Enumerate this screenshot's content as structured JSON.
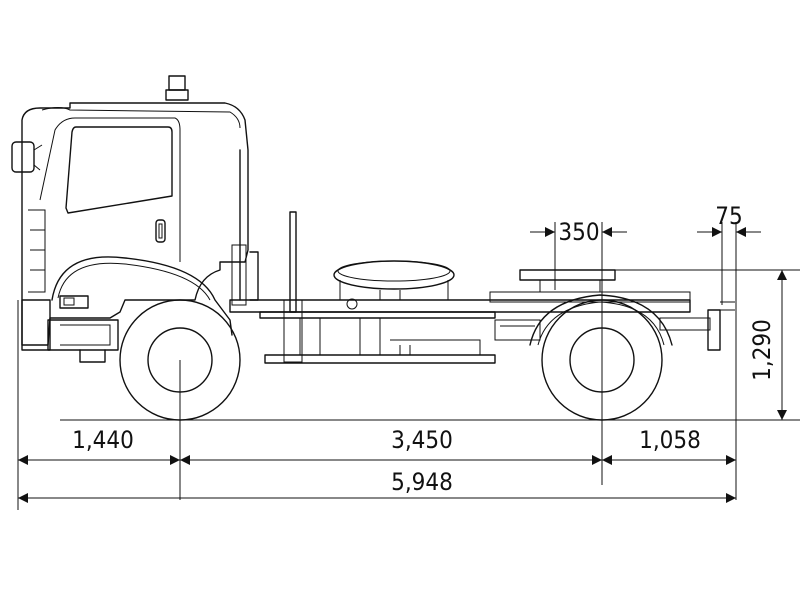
{
  "dimensions": {
    "front_overhang": "1,440",
    "wheelbase": "3,450",
    "rear_overhang": "1,058",
    "overall_length": "5,948",
    "fifth_wheel_offset": "350",
    "rear_offset": "75",
    "fifth_wheel_height": "1,290"
  },
  "colors": {
    "line": "#111111",
    "background": "#ffffff"
  }
}
